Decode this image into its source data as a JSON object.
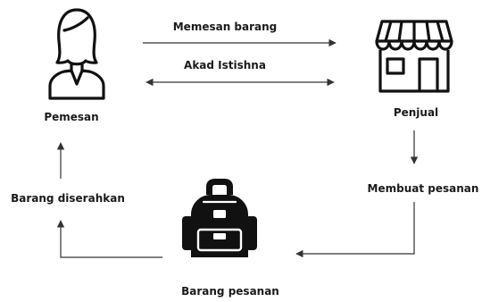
{
  "nodes": {
    "pemesan": {
      "label": "Pemesan",
      "icon": "person-icon"
    },
    "penjual": {
      "label": "Penjual",
      "icon": "shop-icon"
    },
    "barang": {
      "label": "Barang pesanan",
      "icon": "backpack-icon"
    }
  },
  "edges": {
    "memesan": {
      "label": "Memesan barang",
      "direction": "pemesan-to-penjual"
    },
    "akad": {
      "label": "Akad Istishna",
      "direction": "bidirectional"
    },
    "membuat": {
      "label": "Membuat pesanan",
      "direction": "penjual-to-barang"
    },
    "diserahkan": {
      "label": "Barang diserahkan",
      "direction": "barang-to-pemesan"
    }
  },
  "colors": {
    "line": "#333333",
    "icon": "#111111",
    "text": "#1a1a1a"
  }
}
